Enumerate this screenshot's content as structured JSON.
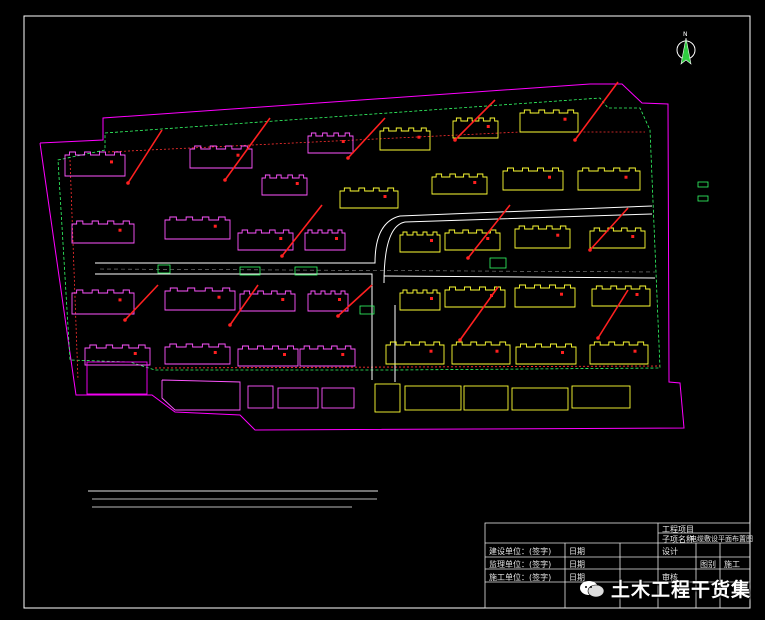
{
  "app": {
    "title": "CAD Site Plan Viewer"
  },
  "title_block": {
    "project_label": "工程项目",
    "subproject_label": "子项名称",
    "drawing_name": "电缆敷设平面布置图",
    "row1_label": "建设单位：(签字)",
    "row2_label": "监理单位：(签字)",
    "row3_label": "施工单位：(签字)",
    "date_label": "日期",
    "designer_label": "设计",
    "checker_label": "审核",
    "scale_label": "图别",
    "sheet_label": "施工"
  },
  "watermark": {
    "text": "土木工程干货集"
  },
  "colors": {
    "background": "#000000",
    "frame": "#ffffff",
    "boundary": "#ff00ff",
    "building_magenta": "#ff55ff",
    "building_yellow": "#ffff33",
    "cable_red": "#ff2020",
    "road": "#ffffff",
    "fence_green": "#33ff66"
  }
}
